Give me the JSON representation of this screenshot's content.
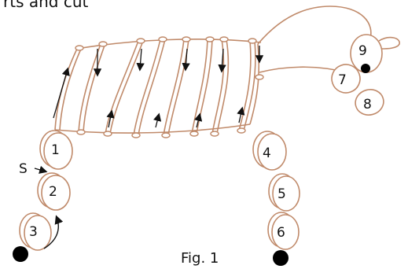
{
  "header": {
    "text": "rts and cut"
  },
  "figure": {
    "caption": "Fig. 1",
    "start_label": "S",
    "labels": [
      "1",
      "2",
      "3",
      "4",
      "5",
      "6",
      "7",
      "8",
      "9"
    ]
  },
  "colors": {
    "outline": "#c08a6a",
    "ink": "#111111",
    "dot": "#000000"
  }
}
